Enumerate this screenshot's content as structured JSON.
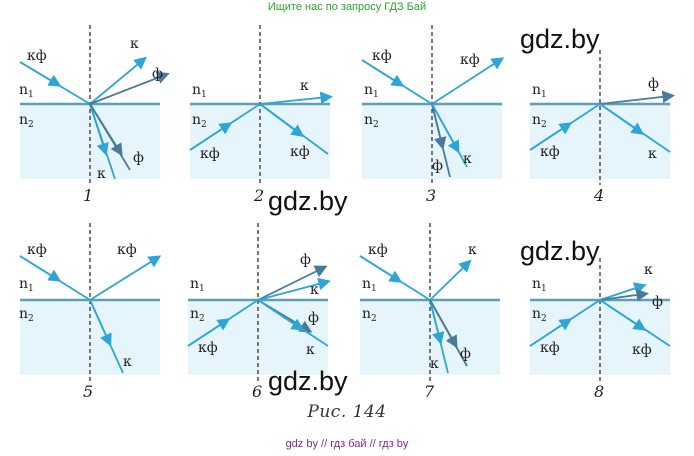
{
  "header_note": "Ищите нас по запросу ГДЗ Бай",
  "footer_note": "gdz by  //  гдз бай  //  гдз by",
  "caption": "Рис. 144",
  "watermark": "gdz.by",
  "labels": {
    "n1": "n",
    "n2": "n",
    "sub1": "1",
    "sub2": "2",
    "kf": "кф",
    "k": "к",
    "f": "ф"
  },
  "panel_numbers": [
    "1",
    "2",
    "3",
    "4",
    "5",
    "6",
    "7",
    "8"
  ],
  "colors": {
    "medium": "#e6f4fb",
    "interface": "#5f9fb5",
    "ray_blue": "#2ba6d6",
    "ray_dark": "#4a7a9a",
    "normal": "#222222"
  }
}
